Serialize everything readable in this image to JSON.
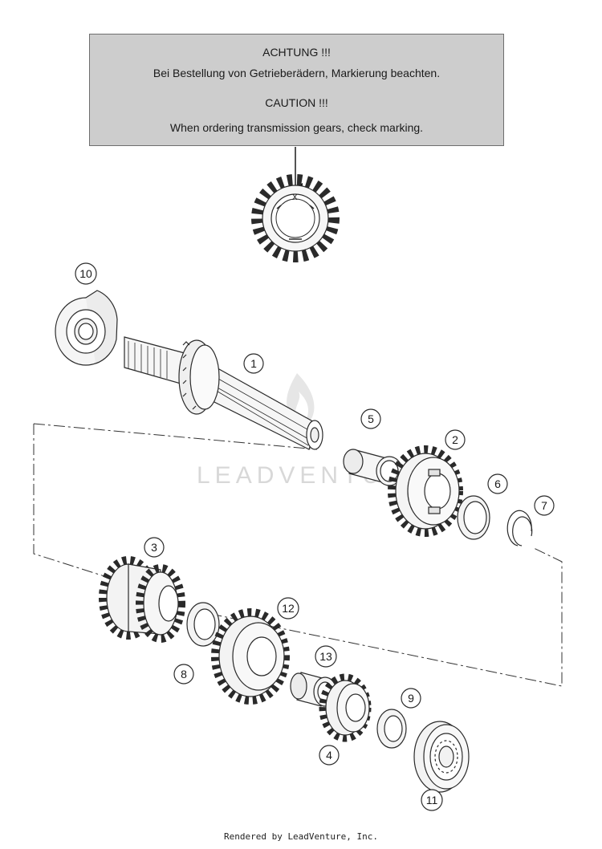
{
  "notice": {
    "de_title": "ACHTUNG !!!",
    "de_text": "Bei Bestellung von Getrieberädern, Markierung beachten.",
    "en_title": "CAUTION !!!",
    "en_text": "When ordering transmission gears, check marking."
  },
  "marking_label": "X",
  "watermark": "LEADVENTURE",
  "callouts": [
    "1",
    "2",
    "3",
    "4",
    "5",
    "6",
    "7",
    "8",
    "9",
    "10",
    "11",
    "12",
    "13"
  ],
  "footer": "Rendered by LeadVenture, Inc.",
  "colors": {
    "line": "#2a2a2a",
    "fill_light": "#f4f4f4",
    "box_fill": "#cdcdcd",
    "watermark": "#d8d8d8"
  }
}
